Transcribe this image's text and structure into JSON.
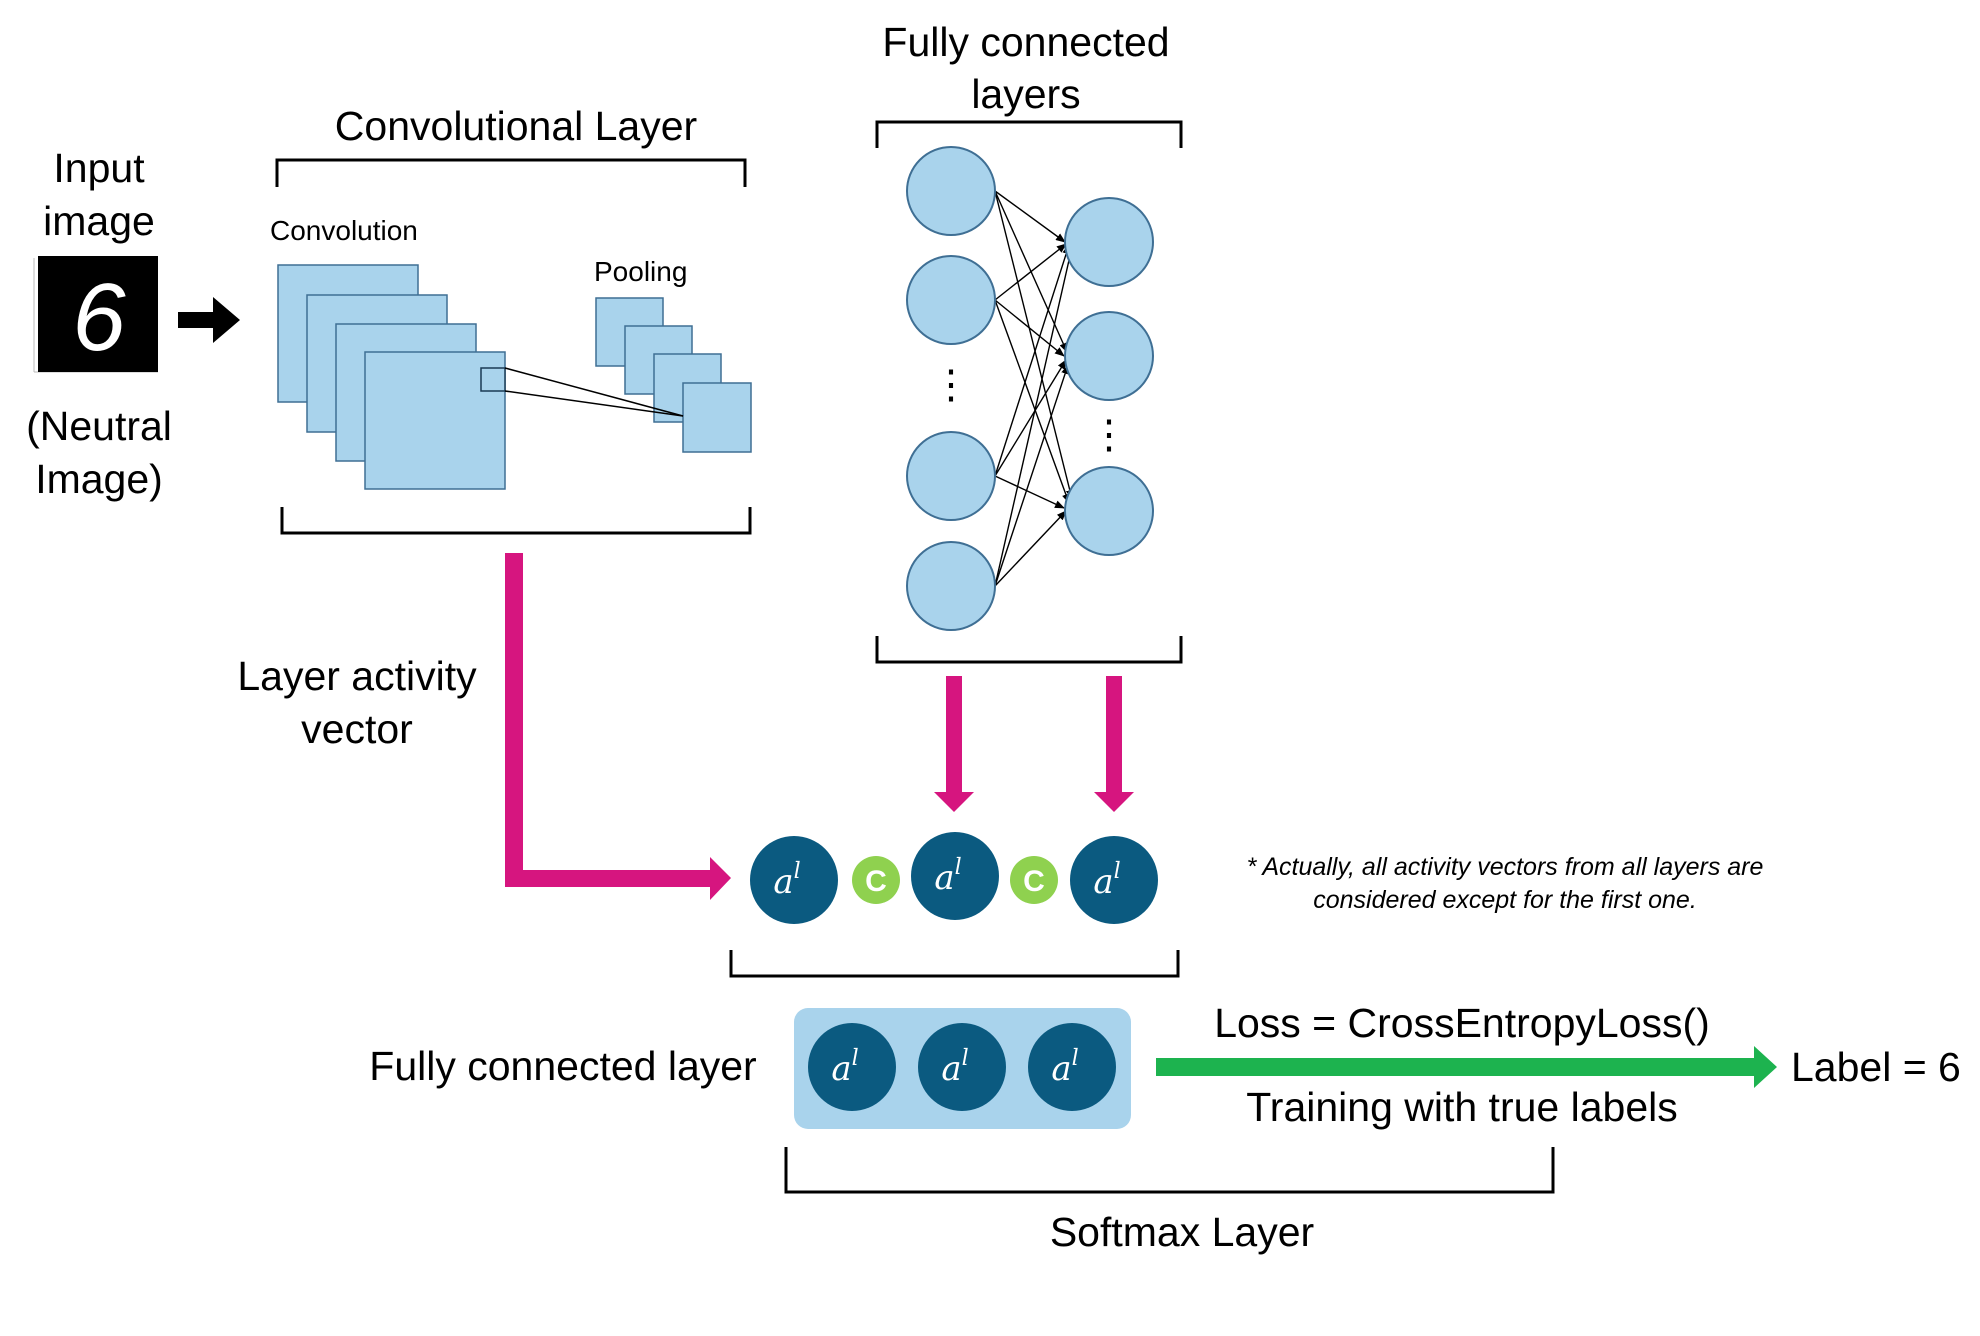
{
  "labels": {
    "input_line1": "Input",
    "input_line2": "image",
    "neutral_line1": "(Neutral",
    "neutral_line2": "Image)",
    "conv_layer": "Convolutional Layer",
    "convolution": "Convolution",
    "pooling": "Pooling",
    "fc_line1": "Fully connected",
    "fc_line2": "layers",
    "activity_line1": "Layer activity",
    "activity_line2": "vector",
    "note_line1": "* Actually, all activity vectors from all layers are",
    "note_line2": "considered except for the first one.",
    "fc_layer": "Fully connected layer",
    "loss": "Loss = CrossEntropyLoss()",
    "training": "Training with true labels",
    "label_out": "Label = 6",
    "softmax": "Softmax Layer",
    "digit": "6",
    "dots": "⋮",
    "activation_base": "a",
    "activation_sup": "l",
    "concat_symbol": "C"
  },
  "colors": {
    "light_blue": "#a9d3ec",
    "node_stroke": "#3f6f94",
    "dark_teal": "#0b5a80",
    "magenta": "#d6157f",
    "green_concat": "#8fd14f",
    "green_arrow": "#1db34f"
  },
  "icons": {
    "input_arrow": "arrow-right-icon",
    "concat": "concat-c-icon"
  }
}
